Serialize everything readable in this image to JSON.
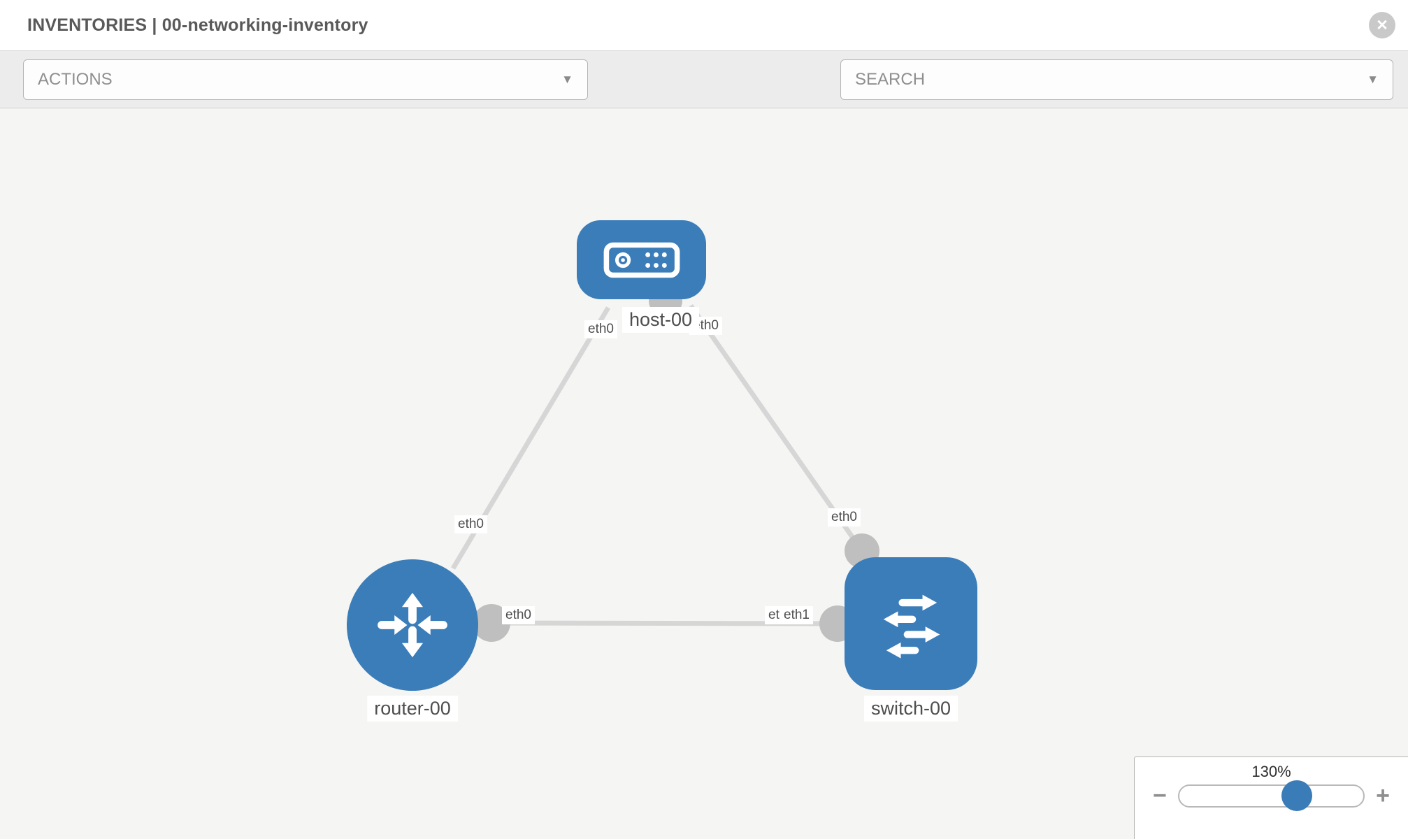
{
  "header": {
    "title": "INVENTORIES | 00-networking-inventory"
  },
  "toolbar": {
    "actions_label": "ACTIONS",
    "search_label": "SEARCH"
  },
  "icons": {
    "dropdown_arrow": "▼",
    "close": "✕",
    "minus": "−",
    "plus": "+"
  },
  "canvas": {
    "nodes": {
      "host": {
        "label": "host-00",
        "type": "host"
      },
      "router": {
        "label": "router-00",
        "type": "router"
      },
      "switch": {
        "label": "switch-00",
        "type": "switch"
      }
    },
    "links": [
      {
        "from": "host-00",
        "to": "router-00",
        "from_interface": "eth0",
        "to_interface": "eth0"
      },
      {
        "from": "host-00",
        "to": "switch-00",
        "from_interface": "eth0",
        "to_interface": "eth0"
      },
      {
        "from": "router-00",
        "to": "switch-00",
        "from_interface": "eth0",
        "to_interface": "eth1"
      }
    ],
    "port_labels": {
      "host_left": "eth0",
      "host_right": "eth0",
      "host_router_mid": "eth0",
      "host_switch_mid": "eth0",
      "router_port": "eth0",
      "switch_port_back": "eth0",
      "switch_port_front": "eth1"
    }
  },
  "zoom_control": {
    "level": "130%"
  },
  "colors": {
    "node_blue": "#3b7db9",
    "connector_gray": "#bfbfbf",
    "link_gray": "#d6d6d6",
    "icon_gray": "#8d959d",
    "accent_blue": "#3a7cb8"
  }
}
